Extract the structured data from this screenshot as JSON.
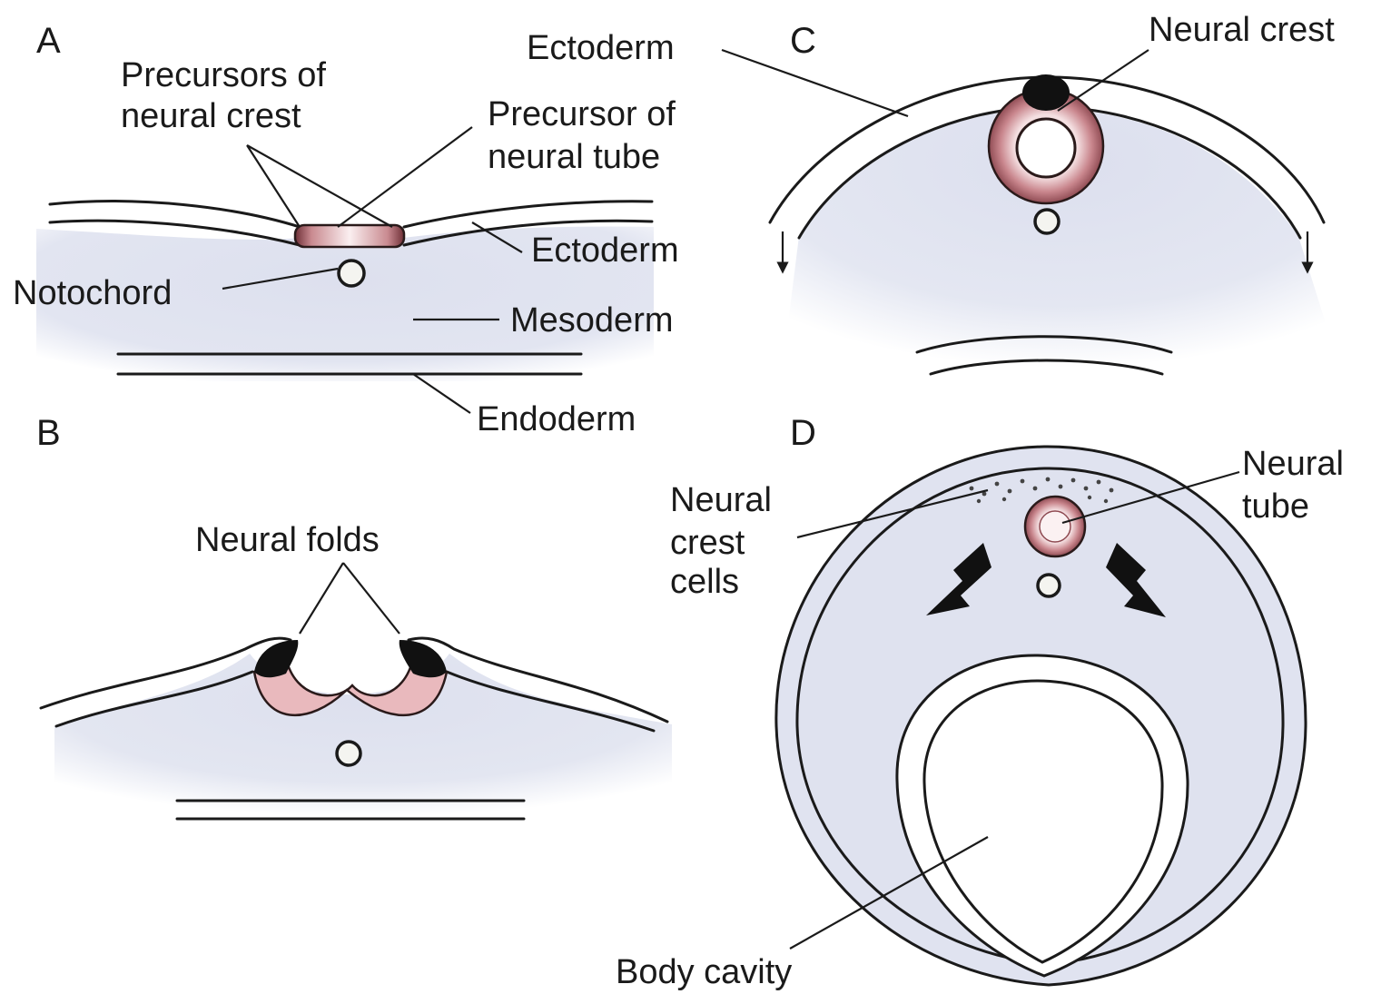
{
  "panels": {
    "a": {
      "letter": "A",
      "precursors_neural_crest_line1": "Precursors of",
      "precursors_neural_crest_line2": "neural crest",
      "precursor_neural_tube_line1": "Precursor of",
      "precursor_neural_tube_line2": "neural tube",
      "ectoderm": "Ectoderm",
      "notochord": "Notochord",
      "mesoderm": "Mesoderm",
      "endoderm": "Endoderm"
    },
    "b": {
      "letter": "B",
      "neural_folds": "Neural folds"
    },
    "c": {
      "letter": "C",
      "ectoderm": "Ectoderm",
      "neural_crest": "Neural crest"
    },
    "d": {
      "letter": "D",
      "neural_crest_cells_line1": "Neural",
      "neural_crest_cells_line2": "crest",
      "neural_crest_cells_line3": "cells",
      "neural_tube_line1": "Neural",
      "neural_tube_line2": "tube",
      "body_cavity": "Body cavity"
    }
  },
  "colors": {
    "mesoderm_fill": "#dfe2ef",
    "neural_plate_pink": "#c98a90",
    "neural_crest_black": "#111111",
    "outline": "#1a1a1a"
  }
}
